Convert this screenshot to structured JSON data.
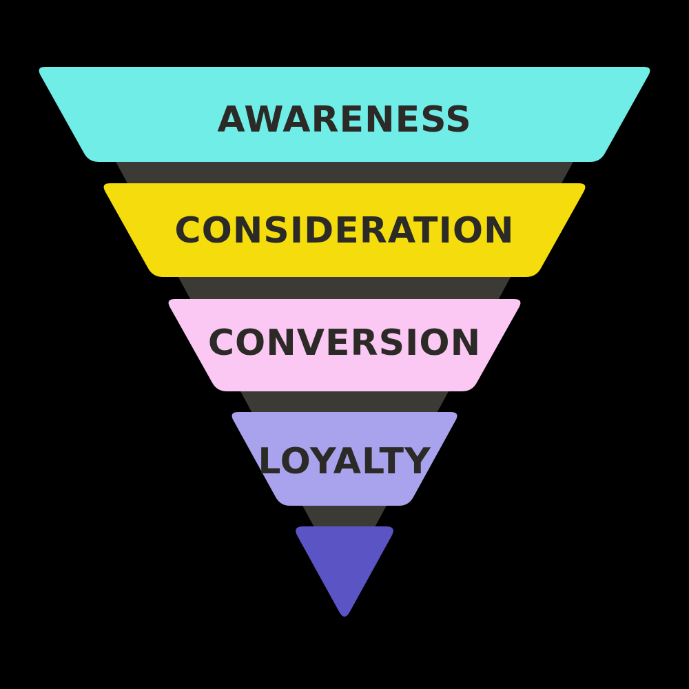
{
  "diagram": {
    "type": "inverted-funnel",
    "background_color": "#000000",
    "connector_color": "#3B3A35",
    "label_color": "#2B2A27",
    "stages": [
      {
        "label": "AWARENESS",
        "color": "#6FEDE6"
      },
      {
        "label": "CONSIDERATION",
        "color": "#F4DC0D"
      },
      {
        "label": "CONVERSION",
        "color": "#FBC7F3"
      },
      {
        "label": "LOYALTY",
        "color": "#A9A3EE"
      },
      {
        "label": "",
        "color": "#5B54C4"
      }
    ]
  }
}
